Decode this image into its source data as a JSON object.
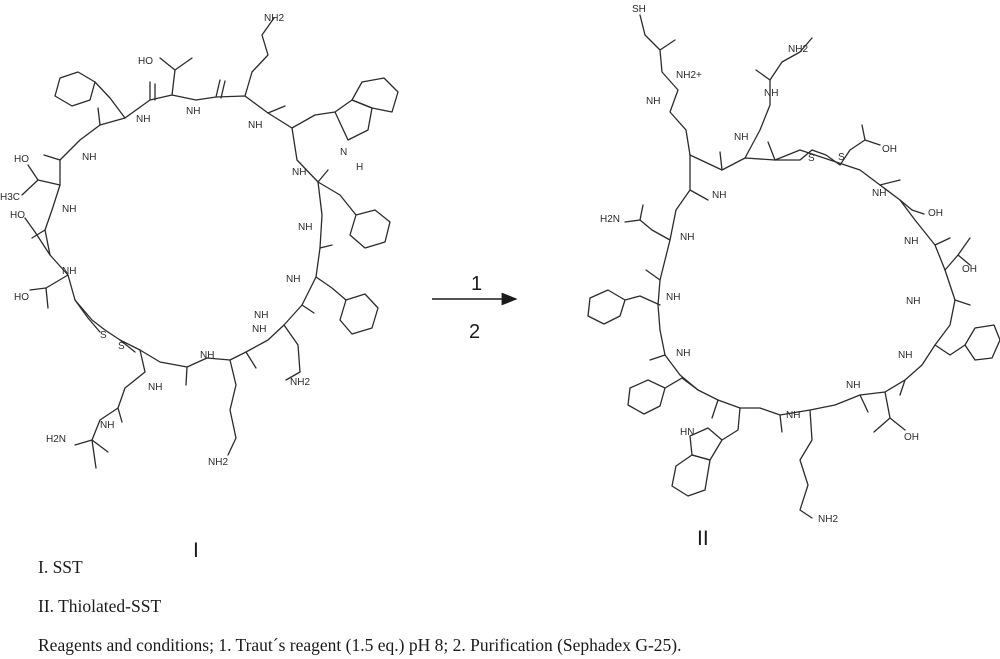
{
  "compounds": [
    {
      "label": "I",
      "atom_labels": [
        "NH2",
        "HO",
        "NH",
        "NH",
        "NH",
        "NH",
        "HO",
        "H3C",
        "NH",
        "NH",
        "HO",
        "NH",
        "HO",
        "S",
        "S",
        "NH",
        "NH",
        "H2N",
        "NH",
        "NH2",
        "NH",
        "N",
        "H",
        "NH",
        "NH",
        "NH",
        "NH2"
      ]
    },
    {
      "label": "II",
      "atom_labels": [
        "SH",
        "NH2+",
        "NH",
        "NH2",
        "NH",
        "NH",
        "S",
        "S",
        "OH",
        "H2N",
        "NH",
        "NH",
        "NH",
        "OH",
        "NH",
        "OH",
        "NH",
        "NH",
        "NH",
        "NH",
        "NH",
        "NH",
        "OH",
        "HN",
        "NH2"
      ]
    }
  ],
  "reaction": {
    "step_above": "1",
    "step_below": "2"
  },
  "captions": [
    "I. SST",
    "II. Thiolated-SST",
    "Reagents and conditions; 1. Traut´s reagent (1.5 eq.) pH 8; 2. Purification (Sephadex G-25)."
  ]
}
